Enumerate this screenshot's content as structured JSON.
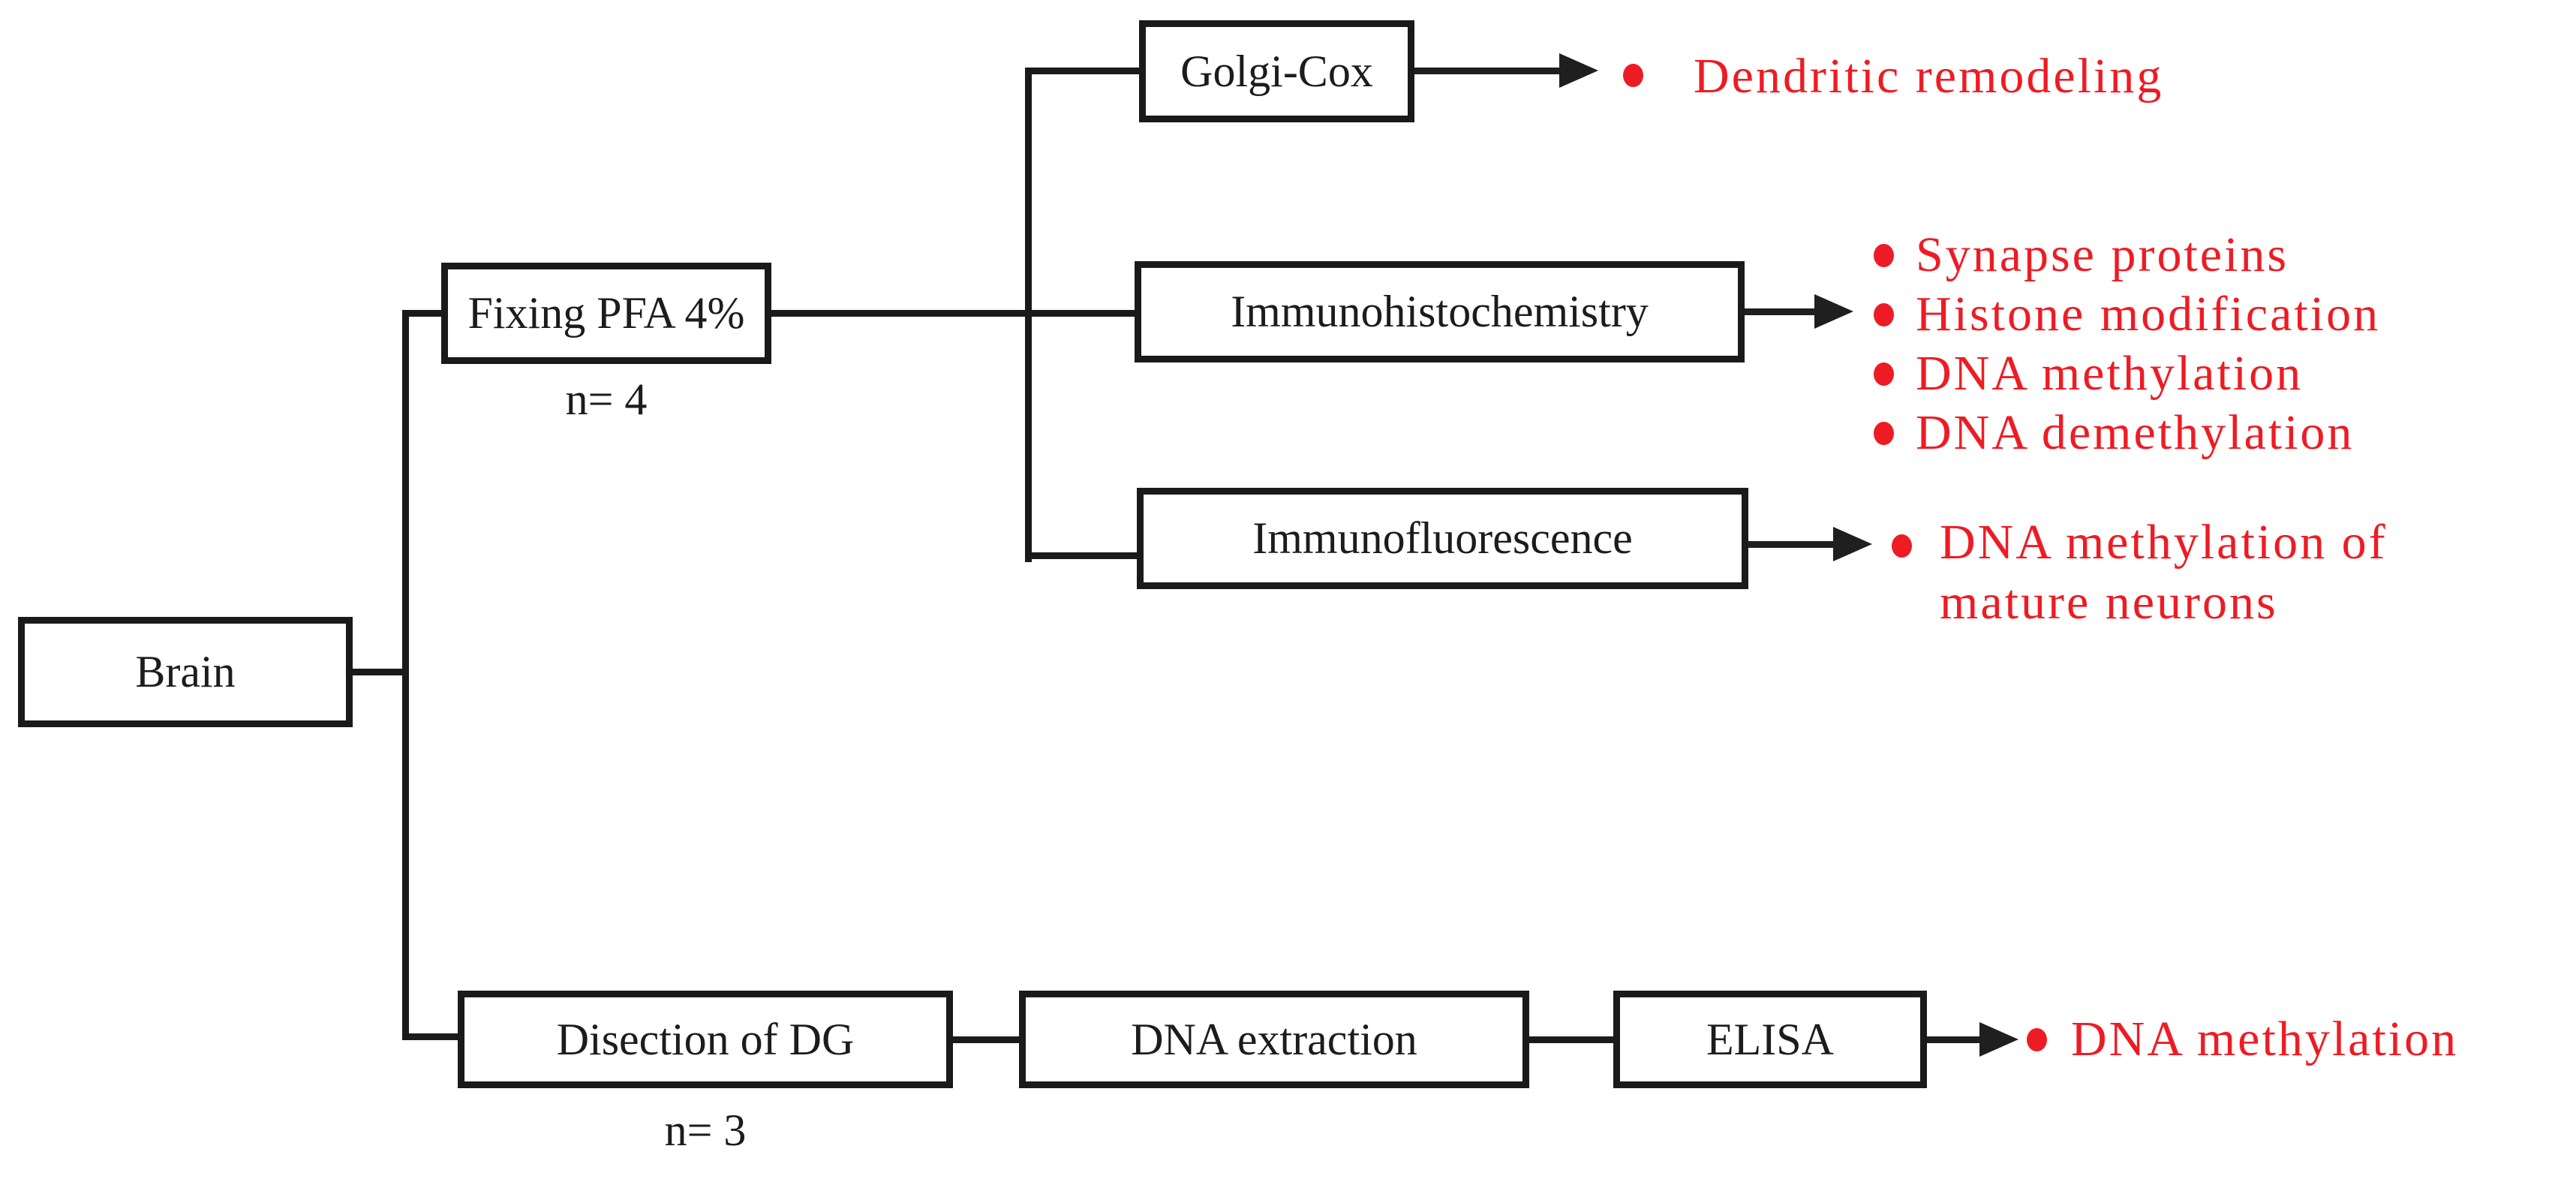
{
  "diagram": {
    "title": "Brain tissue processing flowchart",
    "colors": {
      "line_black": "#1a1a1a",
      "outcome_red": "#ed1c24",
      "background": "#ffffff"
    },
    "nodes": {
      "brain": {
        "label": "Brain"
      },
      "fixing": {
        "label": "Fixing PFA 4%",
        "note": "n= 4"
      },
      "golgi": {
        "label": "Golgi-Cox"
      },
      "ihc": {
        "label": "Immunohistochemistry"
      },
      "iff": {
        "label": "Immunofluorescence"
      },
      "disection": {
        "label": "Disection of DG",
        "note": "n= 3"
      },
      "dnaext": {
        "label": "DNA extraction"
      },
      "elisa": {
        "label": "ELISA"
      }
    },
    "outcomes": {
      "golgi": {
        "items": [
          "Dendritic remodeling"
        ]
      },
      "ihc": {
        "items": [
          "Synapse proteins",
          "Histone modification",
          "DNA methylation",
          "DNA demethylation"
        ]
      },
      "iff": {
        "lines": [
          "DNA methylation of",
          "mature neurons"
        ]
      },
      "elisa": {
        "items": [
          "DNA methylation"
        ]
      }
    }
  }
}
